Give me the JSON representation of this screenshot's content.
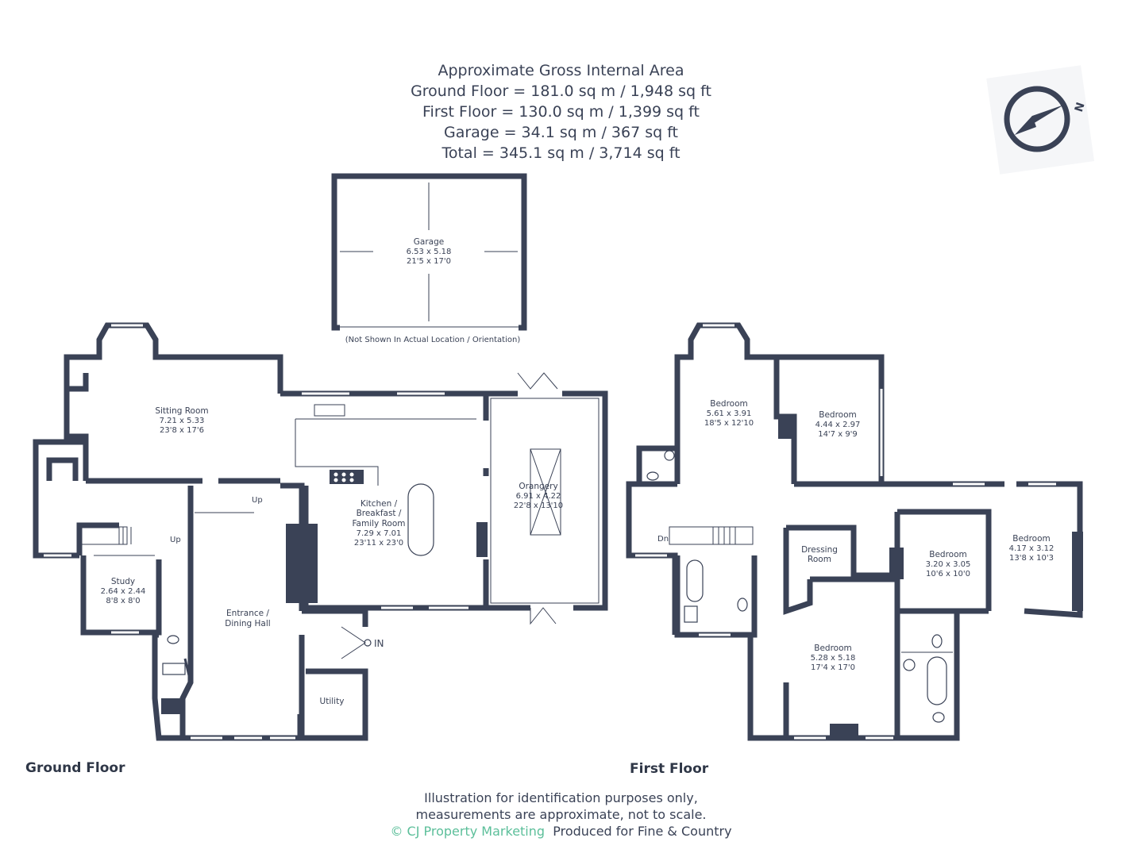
{
  "header": {
    "title": "Approximate Gross Internal Area",
    "ground": "Ground Floor = 181.0 sq m / 1,948 sq ft",
    "first": "First Floor = 130.0 sq m / 1,399 sq ft",
    "garage": "Garage = 34.1 sq m / 367 sq ft",
    "total": "Total = 345.1 sq m / 3,714 sq ft"
  },
  "compass": {
    "letter": "N",
    "icon": "compass-icon"
  },
  "garage": {
    "name": "Garage",
    "m": "6.53 x 5.18",
    "ft": "21'5 x 17'0",
    "note": "(Not Shown In Actual Location / Orientation)"
  },
  "ground_floor": {
    "label": "Ground Floor",
    "rooms": {
      "sitting": {
        "name": "Sitting Room",
        "m": "7.21 x 5.33",
        "ft": "23'8 x 17'6"
      },
      "kitchen": {
        "l1": "Kitchen /",
        "l2": "Breakfast /",
        "l3": "Family Room",
        "m": "7.29 x 7.01",
        "ft": "23'11 x 23'0"
      },
      "orangery": {
        "name": "Orangery",
        "m": "6.91 x 4.22",
        "ft": "22'8 x 13'10"
      },
      "study": {
        "name": "Study",
        "m": "2.64 x 2.44",
        "ft": "8'8 x 8'0"
      },
      "entrance": {
        "l1": "Entrance /",
        "l2": "Dining Hall"
      },
      "utility": {
        "name": "Utility"
      }
    },
    "stairs_up_1": "Up",
    "stairs_up_2": "Up",
    "entry": "IN"
  },
  "first_floor": {
    "label": "First Floor",
    "rooms": {
      "bed1": {
        "name": "Bedroom",
        "m": "5.61 x 3.91",
        "ft": "18'5 x 12'10"
      },
      "bed2": {
        "name": "Bedroom",
        "m": "4.44 x 2.97",
        "ft": "14'7 x 9'9"
      },
      "bed3": {
        "name": "Bedroom",
        "m": "4.17 x 3.12",
        "ft": "13'8 x 10'3"
      },
      "bed4": {
        "name": "Bedroom",
        "m": "3.20 x 3.05",
        "ft": "10'6 x 10'0"
      },
      "bed5": {
        "name": "Bedroom",
        "m": "5.28 x 5.18",
        "ft": "17'4 x 17'0"
      },
      "dressing": {
        "l1": "Dressing",
        "l2": "Room"
      }
    },
    "stairs_dn": "Dn"
  },
  "footer": {
    "line1": "Illustration for identification purposes only,",
    "line2": "measurements are approximate, not to scale.",
    "brand": "© CJ Property Marketing",
    "produced": "Produced for Fine & Country"
  },
  "colors": {
    "wall": "#3a4256",
    "brand": "#5cbf9a",
    "text": "#3a4256"
  }
}
